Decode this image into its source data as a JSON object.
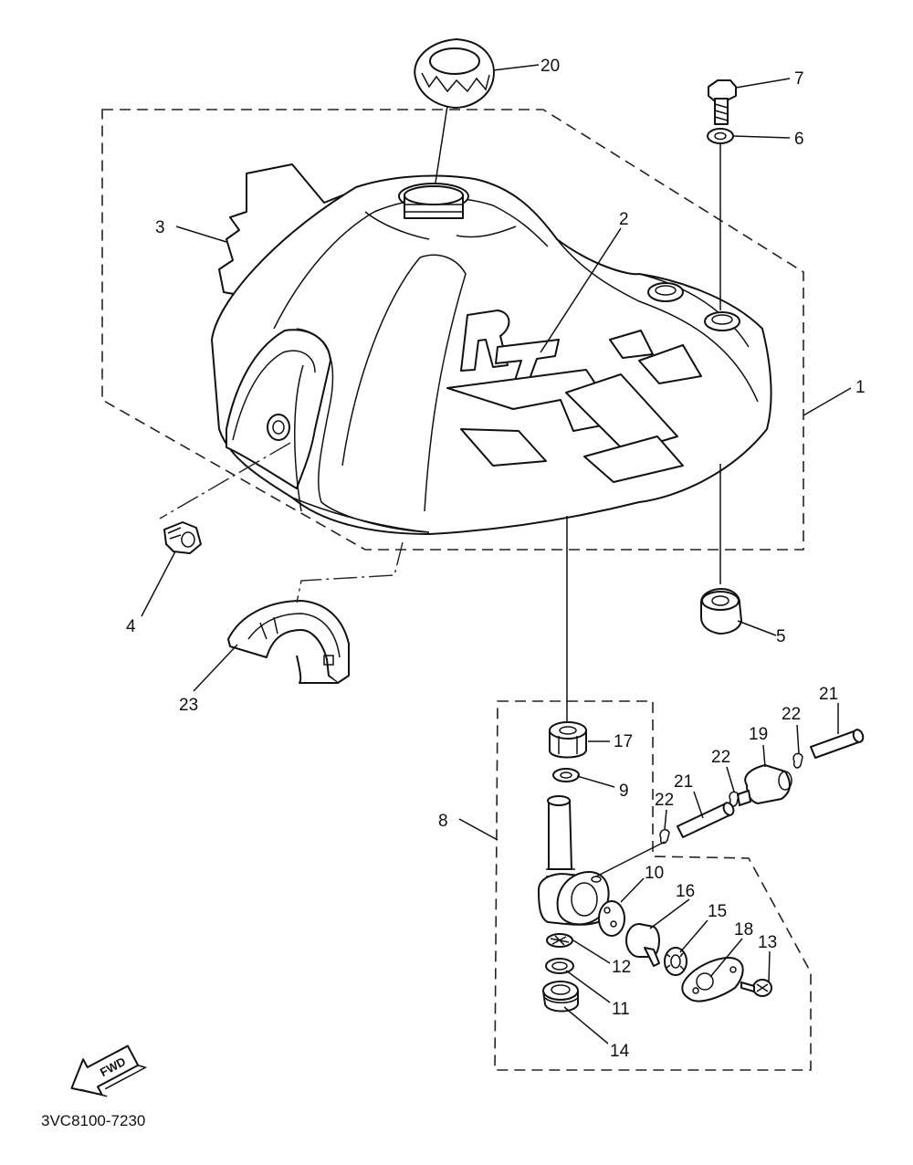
{
  "callouts": {
    "c1": "1",
    "c2": "2",
    "c3": "3",
    "c4": "4",
    "c5": "5",
    "c6": "6",
    "c7": "7",
    "c8": "8",
    "c9": "9",
    "c10": "10",
    "c11": "11",
    "c12": "12",
    "c13": "13",
    "c14": "14",
    "c15": "15",
    "c16": "16",
    "c17": "17",
    "c18": "18",
    "c19": "19",
    "c20": "20",
    "c21a": "21",
    "c21b": "21",
    "c22a": "22",
    "c22b": "22",
    "c22c": "22",
    "c23": "23"
  },
  "fwd_label": "FWD",
  "part_code": "3VC8100-7230"
}
